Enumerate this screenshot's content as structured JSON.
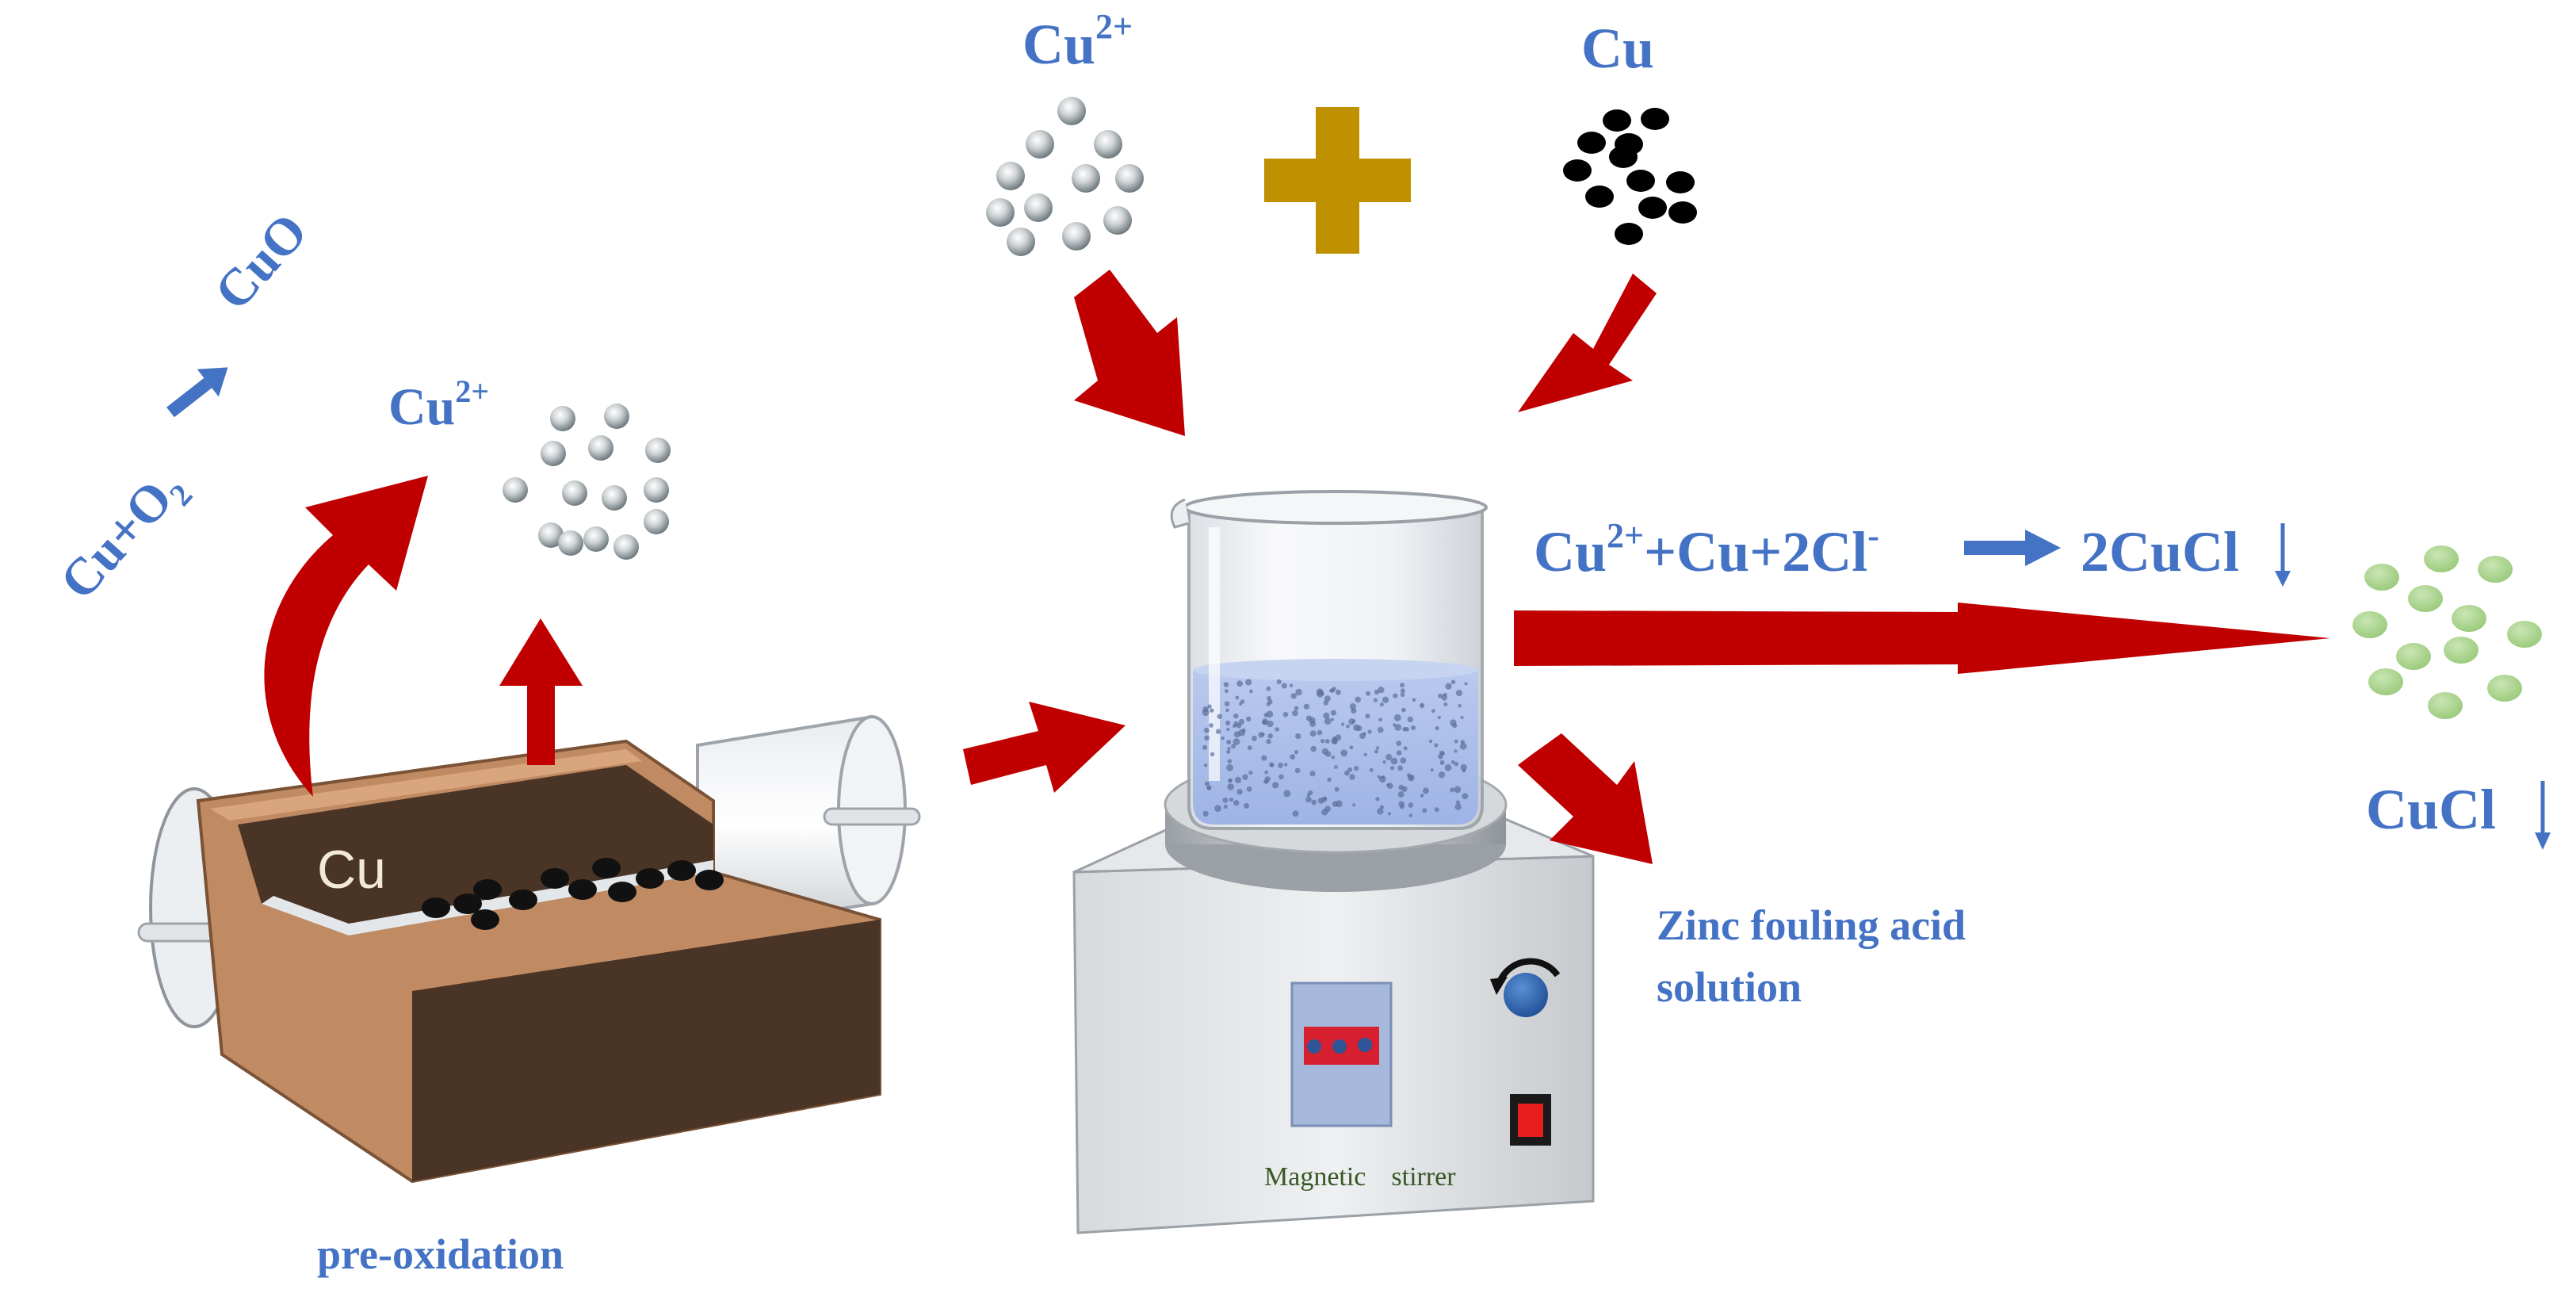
{
  "diagram": {
    "reaction_oxidation": {
      "left": "Cu+O",
      "sub": "2",
      "right": "CuO"
    },
    "furnace": {
      "cu_label": "Cu",
      "caption": "pre-oxidation"
    },
    "released_ion": {
      "base": "Cu",
      "sup": "2+"
    },
    "reactants": {
      "ion": {
        "base": "Cu",
        "sup": "2+"
      },
      "metal": {
        "label": "Cu"
      }
    },
    "main_reaction": {
      "t1": "Cu",
      "s1": "2+",
      "t2": "+Cu+2Cl",
      "s2": "-",
      "product": "2CuCl"
    },
    "product": {
      "label": "CuCl"
    },
    "byproduct": {
      "line1": "Zinc fouling acid",
      "line2": "solution"
    },
    "stirrer": {
      "word1": "Magnetic",
      "word2": "stirrer"
    }
  },
  "colors": {
    "label_blue": "#4472C4",
    "arrow_red": "#C00000",
    "plus_gold": "#BF9000",
    "product_green": "#A9D18E",
    "furnace_brown": "#C08A62",
    "furnace_dark": "#4A3426"
  },
  "icons": [
    "plus-icon",
    "red-arrow-icon",
    "blue-arrow-icon",
    "down-arrow-icon",
    "knob-icon",
    "power-switch-icon"
  ]
}
